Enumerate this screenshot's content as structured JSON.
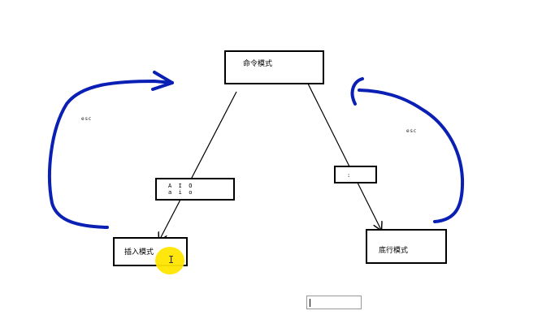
{
  "nodes": {
    "command_mode": "命令模式",
    "insert_mode": "插入模式",
    "last_line_mode": "底行模式"
  },
  "labels": {
    "insert_keys_upper": "A  I  O",
    "insert_keys_lower": "a  i  o",
    "colon_key": ":",
    "esc_left": "esc",
    "esc_right": "esc"
  },
  "colors": {
    "annotation_stroke": "#0a1fb3",
    "highlight": "#ffe600"
  }
}
